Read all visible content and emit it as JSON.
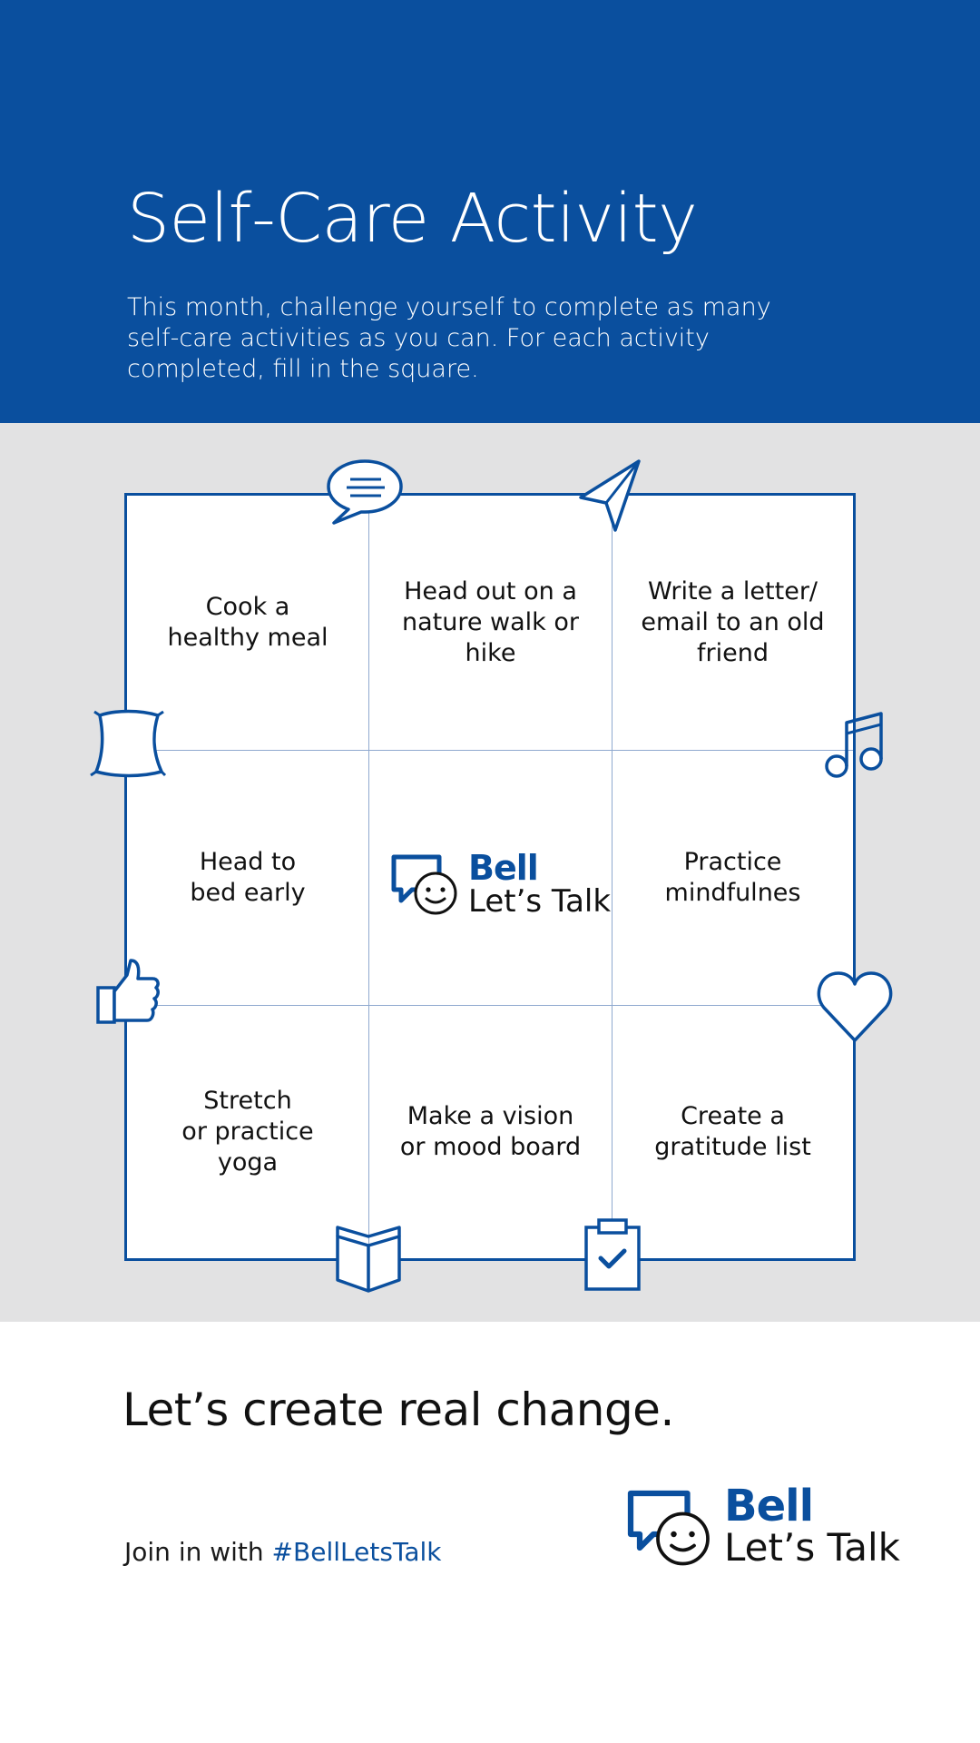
{
  "header": {
    "title": "Self-Care Activity",
    "intro_lines": [
      "This month, challenge yourself to complete as many",
      "self-care activities as you can. For each activity",
      "completed, fill in the square."
    ]
  },
  "grid": {
    "cells": [
      [
        "Cook a",
        "healthy meal"
      ],
      [
        "Head out on a",
        "nature walk or",
        "hike"
      ],
      [
        "Write a letter/",
        "email to an old",
        "friend"
      ],
      [
        "Head to",
        "bed early"
      ],
      [],
      [
        "Practice",
        "mindfulnes"
      ],
      [
        "Stretch",
        "or practice",
        "yoga"
      ],
      [
        "Make a vision",
        "or mood board"
      ],
      [
        "Create a",
        "gratitude list"
      ]
    ],
    "icons": [
      "speech-bubble-icon",
      "paper-plane-icon",
      "pillow-icon",
      "music-note-icon",
      "thumbs-up-icon",
      "heart-icon",
      "open-book-icon",
      "clipboard-check-icon"
    ]
  },
  "logo": {
    "bell": "Bell",
    "lets_talk": "Let’s Talk"
  },
  "footer": {
    "slogan": "Let’s create real change.",
    "join_prefix": "Join in with ",
    "hashtag": "#BellLetsTalk"
  },
  "colors": {
    "brand_blue": "#0a4f9e",
    "panel_grey": "#e2e2e3",
    "grid_line": "#8fa9cf"
  }
}
